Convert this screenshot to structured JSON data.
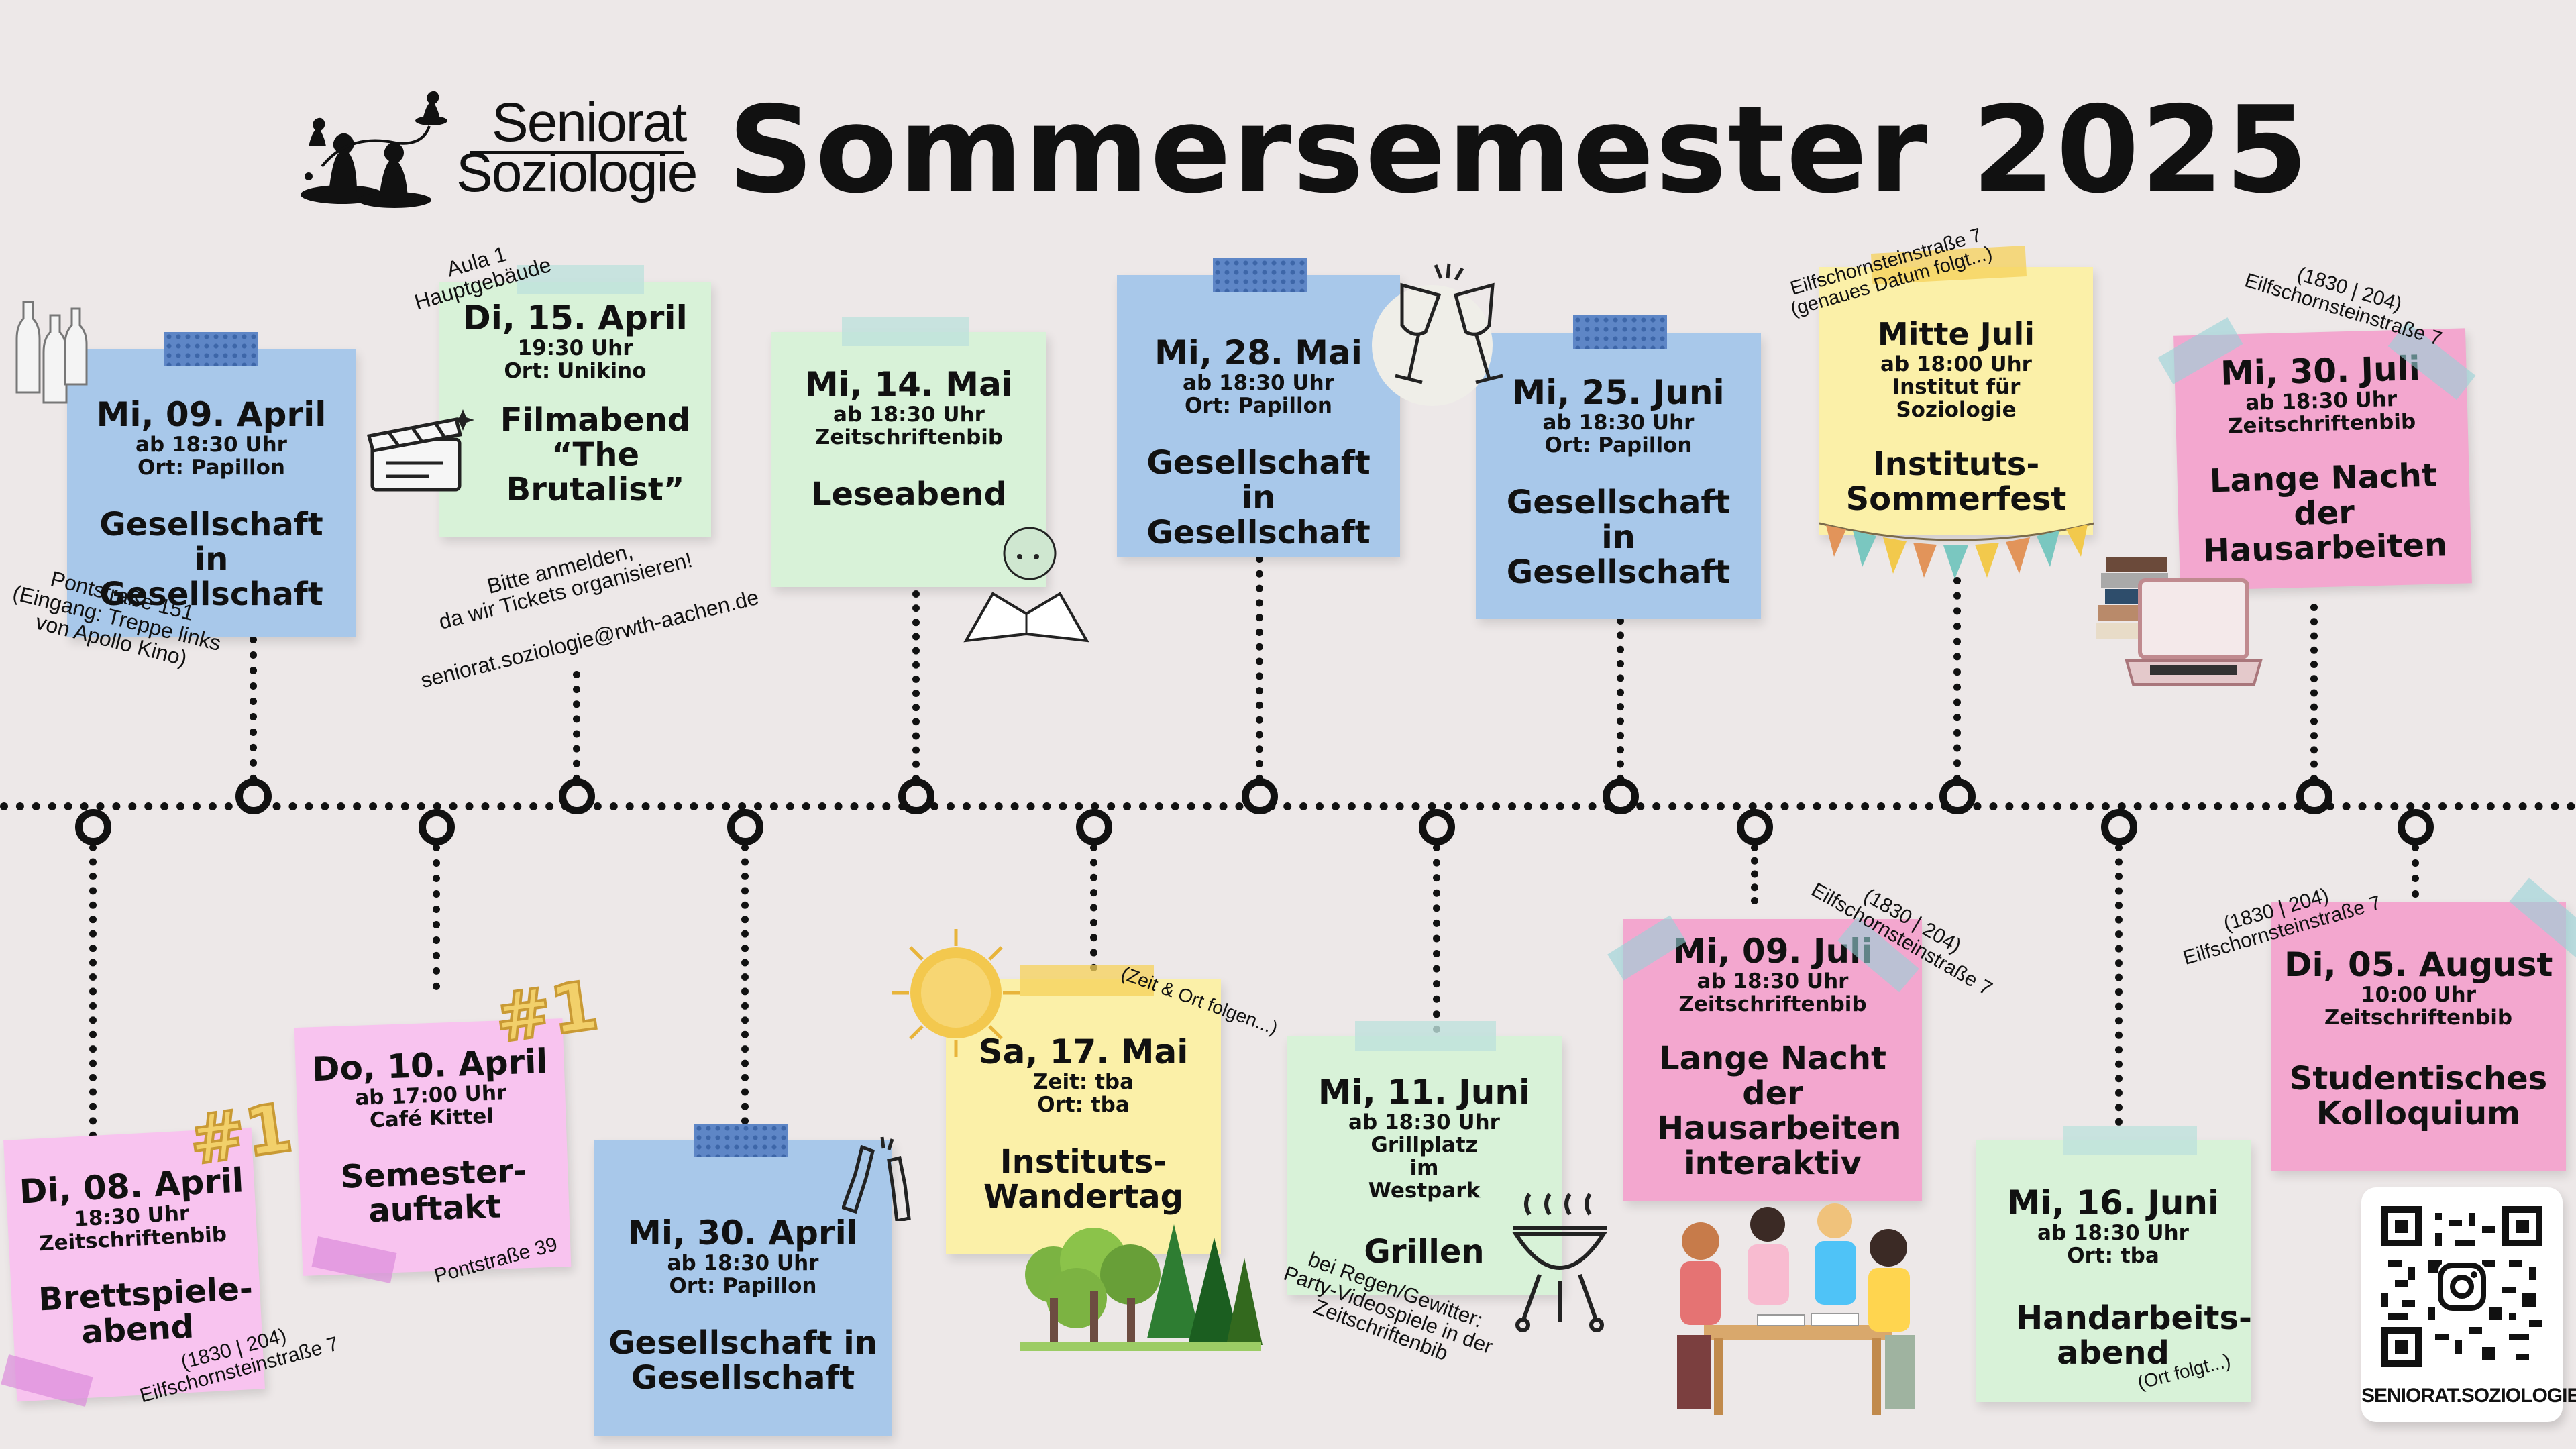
{
  "header": {
    "logo_line1": "Seniorat",
    "logo_line2": "Soziologie",
    "title": "Sommersemester 2025"
  },
  "events_top": [
    {
      "date": "Mi, 09. April",
      "time": "ab 18:30 Uhr",
      "place": "Ort: Papillon",
      "name": "Gesellschaft in Gesellschaft",
      "color": "#a8c8ea"
    },
    {
      "date": "Di, 15. April",
      "time": "19:30 Uhr",
      "place": "Ort: Unikino",
      "name": "Filmabend “The Brutalist”",
      "color": "#d8f2d8"
    },
    {
      "date": "Mi, 14. Mai",
      "time": "ab 18:30 Uhr",
      "place": "Zeitschriftenbib",
      "name": "Leseabend",
      "color": "#d8f2d8"
    },
    {
      "date": "Mi, 28. Mai",
      "time": "ab 18:30 Uhr",
      "place": "Ort: Papillon",
      "name": "Gesellschaft in Gesellschaft",
      "color": "#a8c8ea"
    },
    {
      "date": "Mi, 25. Juni",
      "time": "ab 18:30 Uhr",
      "place": "Ort: Papillon",
      "name": "Gesellschaft in Gesellschaft",
      "color": "#a8c8ea"
    },
    {
      "date": "Mitte Juli",
      "time": "ab 18:00 Uhr",
      "place": "Institut für Soziologie",
      "name": "Instituts-Sommerfest",
      "color": "#fbf0a8"
    },
    {
      "date": "Mi, 30. Juli",
      "time": "ab 18:30 Uhr",
      "place": "Zeitschriftenbib",
      "name": "Lange Nacht der Hausarbeiten",
      "color": "#f3a7cf"
    }
  ],
  "events_bottom": [
    {
      "date": "Di, 08. April",
      "time": "18:30 Uhr",
      "place": "Zeitschriftenbib",
      "name": "Brettspiele-abend",
      "color": "#f8c3ef"
    },
    {
      "date": "Do, 10. April",
      "time": "ab 17:00 Uhr",
      "place": "Café Kittel",
      "name": "Semester-auftakt",
      "color": "#f8c3ef"
    },
    {
      "date": "Mi, 30. April",
      "time": "ab 18:30 Uhr",
      "place": "Ort: Papillon",
      "name": "Gesellschaft in Gesellschaft",
      "color": "#a8c8ea"
    },
    {
      "date": "Sa, 17. Mai",
      "time": "Zeit: tba",
      "place": "Ort: tba",
      "name": "Instituts-Wandertag",
      "color": "#fbf0a8"
    },
    {
      "date": "Mi, 11. Juni",
      "time": "ab 18:30 Uhr",
      "place": "Grillplatz im Westpark",
      "name": "Grillen",
      "color": "#d8f2d8"
    },
    {
      "date": "Mi, 09. Juli",
      "time": "ab 18:30 Uhr",
      "place": "Zeitschriftenbib",
      "name": "Lange Nacht der Hausarbeiten interaktiv",
      "color": "#f3a7cf"
    },
    {
      "date": "Mi, 16. Juni",
      "time": "ab 18:30 Uhr",
      "place": "Ort: tba",
      "name": "Handarbeits-abend",
      "color": "#d8f2d8"
    },
    {
      "date": "Di, 05. August",
      "time": "10:00 Uhr",
      "place": "Zeitschriftenbib",
      "name": "Studentisches Kolloquium",
      "color": "#f3a7cf"
    }
  ],
  "notes": {
    "papillon_address": [
      "Pontstraße 151",
      "(Eingang: Treppe links",
      "von Apollo Kino)"
    ],
    "aula": [
      "Aula 1",
      "Hauptgebäude"
    ],
    "tickets": [
      "Bitte anmelden,",
      "da wir Tickets organisieren!"
    ],
    "email": "seniorat.soziologie@rwth-aachen.de",
    "sommerfest_place": [
      "Eilfschornsteinstraße 7",
      "(genaues Datum folgt...)"
    ],
    "hausarbeiten_room": [
      "(1830 | 204)",
      "Eilfschornsteinstraße 7"
    ],
    "brettspiel_room": [
      "(1830 | 204)",
      "Eilfschornsteinstraße 7"
    ],
    "auftakt_address": "Pontstraße 39",
    "wandertag_hint": "(Zeit & Ort folgen...)",
    "grillen_rain": [
      "bei Regen/Gewitter:",
      "Party-Videospiele in der",
      "Zeitschriftenbib"
    ],
    "interaktiv_room": [
      "(1830 | 204)",
      "Eilfschornsteinstraße 7"
    ],
    "handarbeit_hint": "(Ort folgt...)",
    "kolloquium_room": [
      "(1830 | 204)",
      "Eilfschornsteinstraße 7"
    ],
    "hashtag": "#1"
  },
  "qr": {
    "label": "SENIORAT.SOZIOLOGIE",
    "icon": "instagram-icon"
  }
}
